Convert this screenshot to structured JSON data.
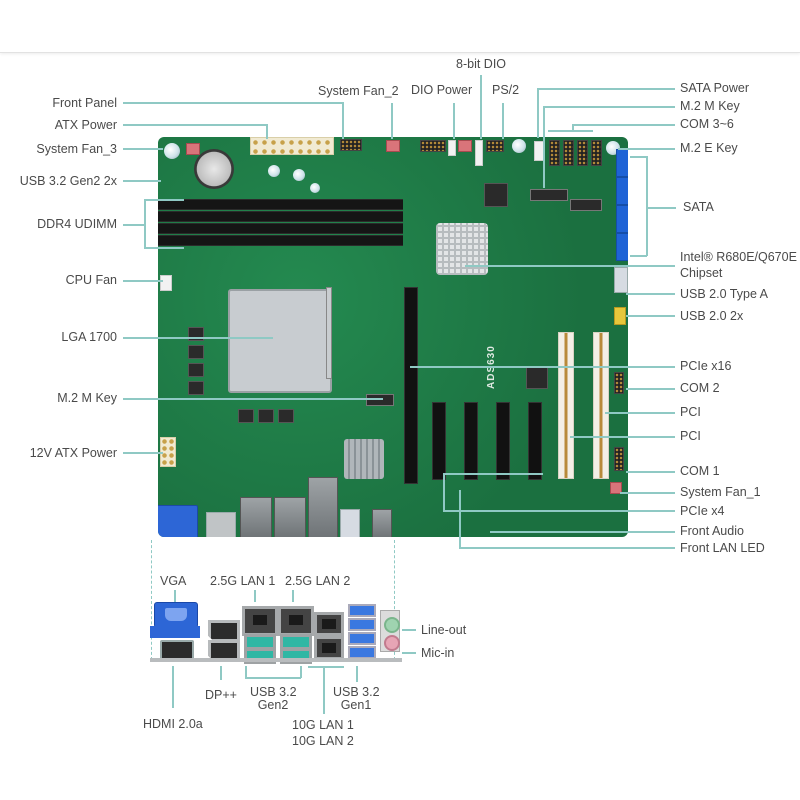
{
  "diagram": {
    "board_model": "ADS630",
    "colors": {
      "pcb": "#1d7a45",
      "leader_line": "#8fc9c4",
      "label_text": "#4a4a4a",
      "sata_blue": "#1f63d6",
      "usb31_teal": "#2fb7a4",
      "usb_gen1_blue": "#3a78e0",
      "vga_blue": "#2d66d6"
    },
    "left_labels": [
      {
        "id": "front-panel",
        "label": "Front Panel"
      },
      {
        "id": "atx-power",
        "label": "ATX Power"
      },
      {
        "id": "system-fan-3",
        "label": "System Fan_3"
      },
      {
        "id": "usb32-gen2-2x",
        "label": "USB 3.2 Gen2 2x"
      },
      {
        "id": "ddr4-udimm",
        "label": "DDR4 UDIMM"
      },
      {
        "id": "cpu-fan",
        "label": "CPU Fan"
      },
      {
        "id": "lga1700",
        "label": "LGA 1700"
      },
      {
        "id": "m2-m-key-left",
        "label": "M.2 M Key"
      },
      {
        "id": "12v-atx-power",
        "label": "12V ATX Power"
      }
    ],
    "top_labels": [
      {
        "id": "system-fan-2",
        "label": "System Fan_2"
      },
      {
        "id": "8bit-dio",
        "label": "8-bit DIO"
      },
      {
        "id": "dio-power",
        "label": "DIO Power"
      },
      {
        "id": "ps2",
        "label": "PS/2"
      }
    ],
    "right_labels": [
      {
        "id": "sata-power",
        "label": "SATA Power"
      },
      {
        "id": "m2-m-key-right",
        "label": "M.2 M Key"
      },
      {
        "id": "com3-6",
        "label": "COM 3~6"
      },
      {
        "id": "m2-e-key",
        "label": "M.2 E Key"
      },
      {
        "id": "sata",
        "label": "SATA"
      },
      {
        "id": "chipset",
        "label": "Intel® R680E/Q670E",
        "label2": "Chipset"
      },
      {
        "id": "usb20-type-a",
        "label": "USB 2.0 Type A"
      },
      {
        "id": "usb20-2x",
        "label": "USB 2.0 2x"
      },
      {
        "id": "pcie-x16",
        "label": "PCIe x16"
      },
      {
        "id": "com2",
        "label": "COM 2"
      },
      {
        "id": "pci-1",
        "label": "PCI"
      },
      {
        "id": "pci-2",
        "label": "PCI"
      },
      {
        "id": "com1",
        "label": "COM 1"
      },
      {
        "id": "system-fan-1",
        "label": "System Fan_1"
      },
      {
        "id": "pcie-x4",
        "label": "PCIe x4"
      },
      {
        "id": "front-audio",
        "label": "Front Audio"
      },
      {
        "id": "front-lan-led",
        "label": "Front LAN LED"
      }
    ],
    "io_labels": {
      "vga": "VGA",
      "lan25_1": "2.5G LAN 1",
      "lan25_2": "2.5G LAN 2",
      "line_out": "Line-out",
      "mic_in": "Mic-in",
      "hdmi": "HDMI 2.0a",
      "dp": "DP++",
      "usb32_gen2_l1": "USB 3.2",
      "usb32_gen2_l2": "Gen2",
      "lan10g_1": "10G LAN 1",
      "lan10g_2": "10G LAN 2",
      "usb32_gen1_l1": "USB 3.2",
      "usb32_gen1_l2": "Gen1"
    }
  }
}
